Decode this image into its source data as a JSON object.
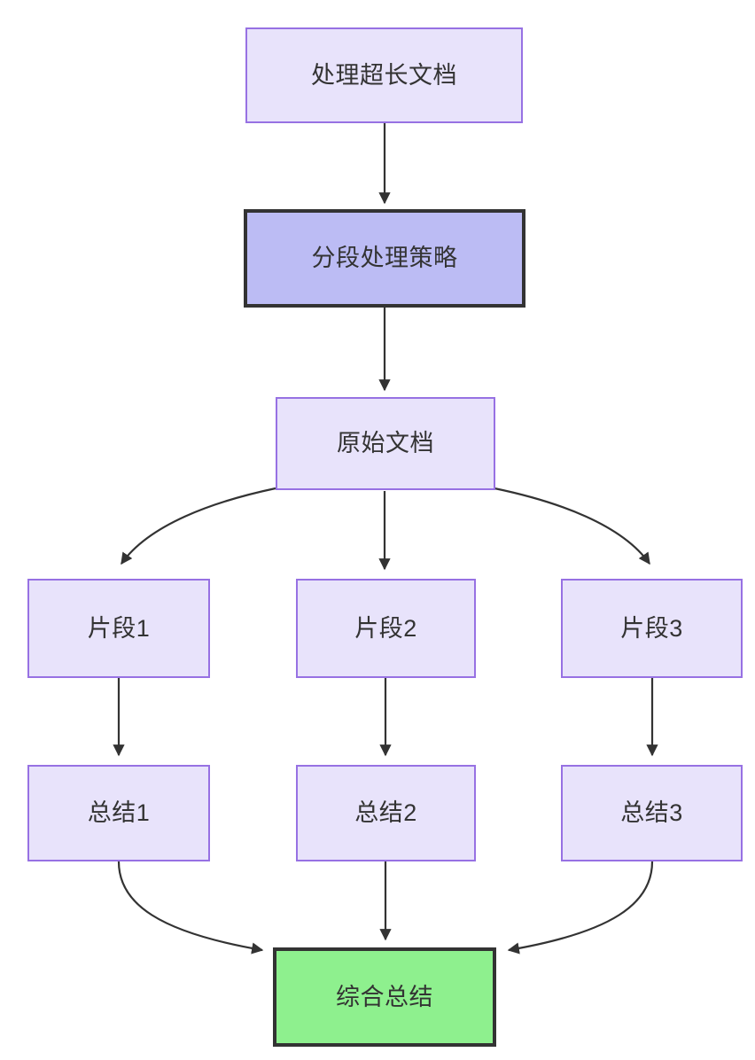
{
  "diagram": {
    "type": "flowchart",
    "direction": "top-to-bottom",
    "background_color": "#ffffff",
    "text_color": "#333333",
    "edge_color": "#333333",
    "styles": {
      "lavender_fill": "#e8e3fb",
      "lavender_border": "#9771e3",
      "highlight_fill": "#bcbcf4",
      "highlight_border": "#333333",
      "green_fill": "#8ef08e",
      "green_border": "#333333"
    },
    "nodes": [
      {
        "id": "n1",
        "label": "处理超长文档",
        "style": "lavender"
      },
      {
        "id": "n2",
        "label": "分段处理策略",
        "style": "strong-lavender"
      },
      {
        "id": "n3",
        "label": "原始文档",
        "style": "lavender"
      },
      {
        "id": "n4",
        "label": "片段1",
        "style": "lavender"
      },
      {
        "id": "n5",
        "label": "片段2",
        "style": "lavender"
      },
      {
        "id": "n6",
        "label": "片段3",
        "style": "lavender"
      },
      {
        "id": "n7",
        "label": "总结1",
        "style": "lavender"
      },
      {
        "id": "n8",
        "label": "总结2",
        "style": "lavender"
      },
      {
        "id": "n9",
        "label": "总结3",
        "style": "lavender"
      },
      {
        "id": "n10",
        "label": "综合总结",
        "style": "green"
      }
    ],
    "edges": [
      {
        "from": "处理超长文档",
        "to": "分段处理策略",
        "shape": "straight"
      },
      {
        "from": "分段处理策略",
        "to": "原始文档",
        "shape": "straight"
      },
      {
        "from": "原始文档",
        "to": "片段1",
        "shape": "curved"
      },
      {
        "from": "原始文档",
        "to": "片段2",
        "shape": "straight"
      },
      {
        "from": "原始文档",
        "to": "片段3",
        "shape": "curved"
      },
      {
        "from": "片段1",
        "to": "总结1",
        "shape": "straight"
      },
      {
        "from": "片段2",
        "to": "总结2",
        "shape": "straight"
      },
      {
        "from": "片段3",
        "to": "总结3",
        "shape": "straight"
      },
      {
        "from": "总结1",
        "to": "综合总结",
        "shape": "curved"
      },
      {
        "from": "总结2",
        "to": "综合总结",
        "shape": "straight"
      },
      {
        "from": "总结3",
        "to": "综合总结",
        "shape": "curved"
      }
    ]
  }
}
